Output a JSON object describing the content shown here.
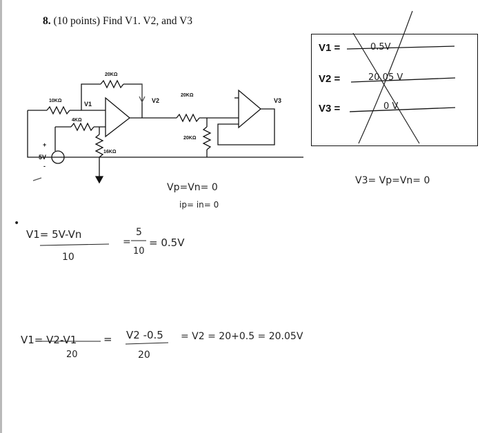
{
  "question": {
    "number": "8.",
    "text": "(10 points) Find V1. V2, and V3"
  },
  "circuit": {
    "resistors": [
      "10KΩ",
      "20KΩ",
      "4KΩ",
      "16KΩ",
      "20KΩ",
      "20KΩ"
    ],
    "source": "5V",
    "nodes": [
      "V1",
      "V2",
      "V3"
    ],
    "polarity": {
      "plus": "+",
      "minus": "-"
    }
  },
  "answers": [
    {
      "label": "V1 =",
      "handwritten": "0.5V"
    },
    {
      "label": "V2 =",
      "handwritten": "20.05 V"
    },
    {
      "label": "V3 =",
      "handwritten": "0 V"
    }
  ],
  "work": {
    "node_rule": "Vp=Vn= 0",
    "current_rule": "ip= in= 0",
    "v3_rule": "V3= Vp=Vn= 0",
    "eq1_lhs_num": "V1= 5V-Vn",
    "eq1_lhs_den": "10",
    "eq1_mid_num": "5",
    "eq1_mid_den": "10",
    "eq1_result": "= 0.5V",
    "eq2_lhs_num": "V1= V2-V1",
    "eq2_lhs_den": "20",
    "eq2_mid_num": "V2 -0.5",
    "eq2_mid_den": "20",
    "eq2_result": "= V2 = 20+0.5 = 20.05V"
  }
}
